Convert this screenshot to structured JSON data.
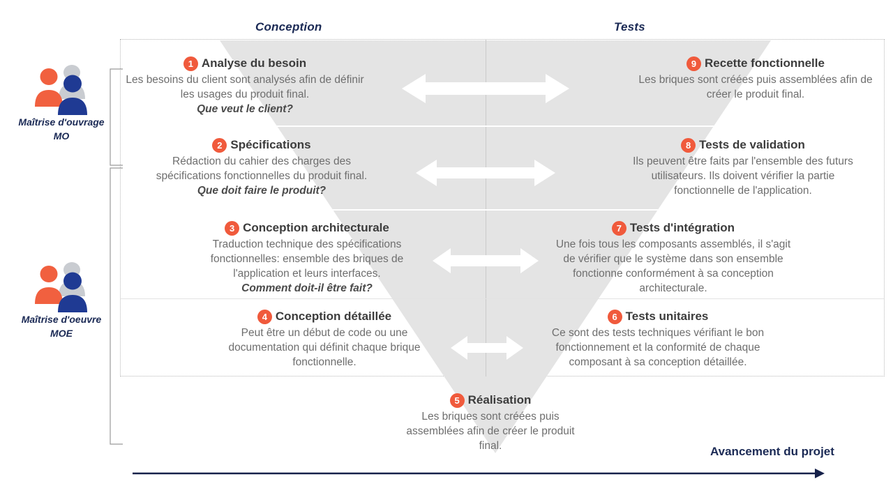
{
  "headers": {
    "left": "Conception",
    "right": "Tests"
  },
  "actors": [
    {
      "id": "mo",
      "line1": "Maîtrise d'ouvrage",
      "line2": "MO",
      "icon": "people-group-icon"
    },
    {
      "id": "moe",
      "line1": "Maîtrise d'oeuvre",
      "line2": "MOE",
      "icon": "people-group-icon"
    }
  ],
  "steps": {
    "left": [
      {
        "number": "1",
        "title": "Analyse du besoin",
        "body": "Les besoins du client sont analysés afin de définir les usages du produit final.",
        "question": "Que veut le client?"
      },
      {
        "number": "2",
        "title": "Spécifications",
        "body": "Rédaction du cahier des charges des spécifications fonctionnelles du produit final.",
        "question": "Que doit faire le produit?"
      },
      {
        "number": "3",
        "title": "Conception architecturale",
        "body": "Traduction technique des spécifications fonctionnelles: ensemble des briques de l'application et leurs interfaces.",
        "question": "Comment doit-il être fait?"
      },
      {
        "number": "4",
        "title": "Conception détaillée",
        "body": "Peut être un début de code ou une documentation qui définit chaque brique fonctionnelle.",
        "question": ""
      }
    ],
    "right": [
      {
        "number": "9",
        "title": "Recette fonctionnelle",
        "body": "Les briques sont créées puis assemblées afin de créer le produit final.",
        "question": ""
      },
      {
        "number": "8",
        "title": "Tests de validation",
        "body": "Ils peuvent être faits par l'ensemble des futurs utilisateurs. Ils doivent vérifier la partie fonctionnelle de l'application.",
        "question": ""
      },
      {
        "number": "7",
        "title": "Tests d'intégration",
        "body": "Une fois tous les composants assemblés, il s'agit de vérifier que le système dans son ensemble fonctionne conformément à sa conception architecturale.",
        "question": ""
      },
      {
        "number": "6",
        "title": "Tests unitaires",
        "body": "Ce sont des tests techniques vérifiant le bon fonctionnement et la conformité de chaque composant à sa conception détaillée.",
        "question": ""
      }
    ],
    "bottom": {
      "number": "5",
      "title": "Réalisation",
      "body": "Les briques sont créées puis assemblées afin de créer le produit final.",
      "question": ""
    }
  },
  "progress": {
    "label": "Avancement du projet"
  },
  "colors": {
    "badge": "#f05a3c",
    "navy": "#1b2a55",
    "v_fill": "#e4e4e4",
    "title_text": "#3c3c3c",
    "body_text": "#6e6e6e",
    "frame_border": "#b8b8b8",
    "arrow_white": "#ffffff"
  }
}
